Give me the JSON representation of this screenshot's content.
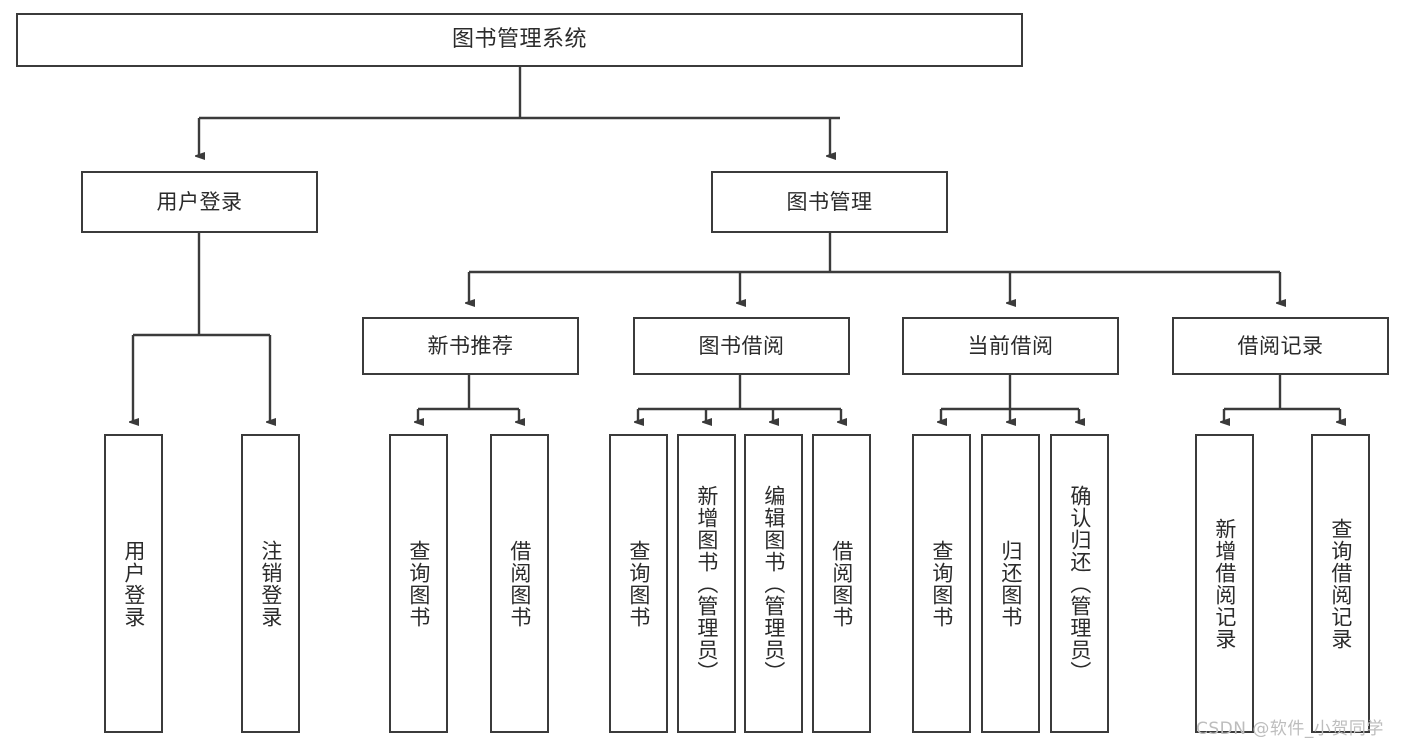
{
  "diagram": {
    "title": "图书管理系统",
    "watermark": "CSDN @软件_小贺同学",
    "colors": {
      "border": "#3b3b3b",
      "text": "#2b2b2b",
      "background": "#ffffff",
      "watermark": "#bdbdbd"
    },
    "level1": {
      "label": "图书管理系统"
    },
    "level2": [
      {
        "label": "用户登录"
      },
      {
        "label": "图书管理"
      }
    ],
    "level3": [
      {
        "label": "新书推荐"
      },
      {
        "label": "图书借阅"
      },
      {
        "label": "当前借阅"
      },
      {
        "label": "借阅记录"
      }
    ],
    "leaves": {
      "user_login": [
        {
          "label": "用户登录"
        },
        {
          "label": "注销登录"
        }
      ],
      "new_book": [
        {
          "label": "查询图书"
        },
        {
          "label": "借阅图书"
        }
      ],
      "book_borrow": [
        {
          "label": "查询图书"
        },
        {
          "label": "新增图书（管理员）"
        },
        {
          "label": "编辑图书（管理员）"
        },
        {
          "label": "借阅图书"
        }
      ],
      "current_borrow": [
        {
          "label": "查询图书"
        },
        {
          "label": "归还图书"
        },
        {
          "label": "确认归还（管理员）"
        }
      ],
      "borrow_record": [
        {
          "label": "新增借阅记录"
        },
        {
          "label": "查询借阅记录"
        }
      ]
    }
  }
}
